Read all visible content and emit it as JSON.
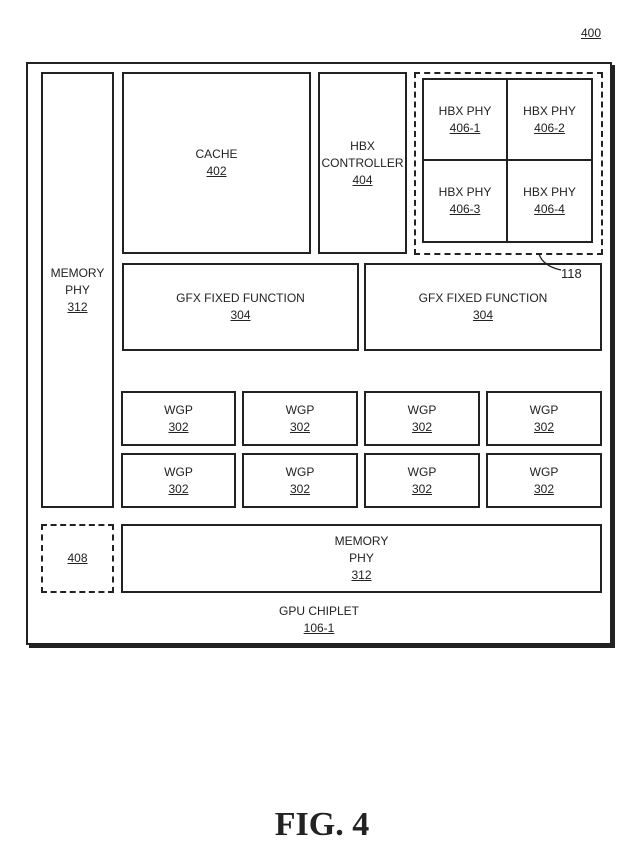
{
  "figure_ref": "400",
  "chiplet": {
    "name": "GPU CHIPLET",
    "ref": "106-1"
  },
  "memory_phy_left": {
    "line1": "MEMORY",
    "line2": "PHY",
    "ref": "312"
  },
  "cache": {
    "name": "CACHE",
    "ref": "402"
  },
  "hbx_controller": {
    "line1": "HBX",
    "line2": "CONTROLLER",
    "ref": "404"
  },
  "hbx_group_ref": "118",
  "hbx_phys": [
    {
      "name": "HBX PHY",
      "ref": "406-1"
    },
    {
      "name": "HBX PHY",
      "ref": "406-2"
    },
    {
      "name": "HBX PHY",
      "ref": "406-3"
    },
    {
      "name": "HBX PHY",
      "ref": "406-4"
    }
  ],
  "gfx": [
    {
      "name": "GFX FIXED FUNCTION",
      "ref": "304"
    },
    {
      "name": "GFX FIXED FUNCTION",
      "ref": "304"
    }
  ],
  "wgps": [
    {
      "name": "WGP",
      "ref": "302"
    },
    {
      "name": "WGP",
      "ref": "302"
    },
    {
      "name": "WGP",
      "ref": "302"
    },
    {
      "name": "WGP",
      "ref": "302"
    },
    {
      "name": "WGP",
      "ref": "302"
    },
    {
      "name": "WGP",
      "ref": "302"
    },
    {
      "name": "WGP",
      "ref": "302"
    },
    {
      "name": "WGP",
      "ref": "302"
    }
  ],
  "optional_block_ref": "408",
  "memory_phy_bottom": {
    "line1": "MEMORY",
    "line2": "PHY",
    "ref": "312"
  },
  "caption": "FIG. 4"
}
